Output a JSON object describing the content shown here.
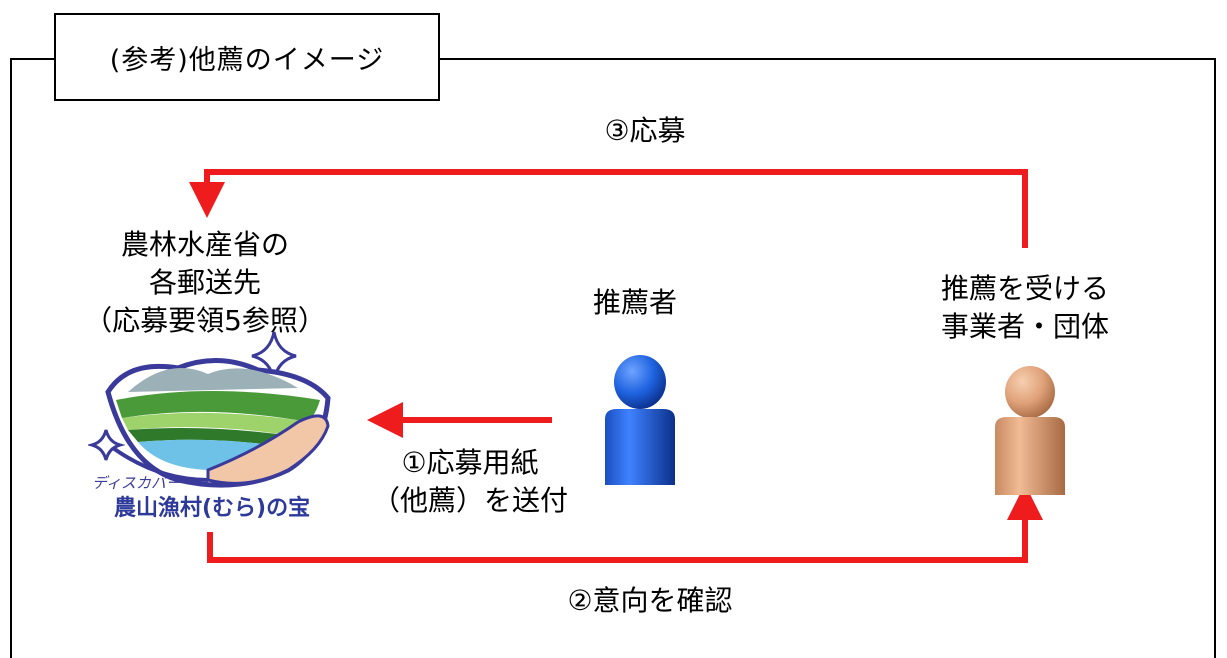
{
  "title": "(参考)他薦のイメージ",
  "nodes": {
    "ministry": [
      "農林水産省の",
      "各郵送先",
      "（応募要領5参照）"
    ],
    "recommender": "推薦者",
    "recipient": [
      "推薦を受ける",
      "事業者・団体"
    ]
  },
  "steps": {
    "step1": [
      "①応募用紙",
      "（他薦）を送付"
    ],
    "step2": "②意向を確認",
    "step3": "③応募"
  },
  "logo": {
    "small_text": "ディスカバー",
    "main_text": "農山漁村(むら)の宝"
  },
  "colors": {
    "arrow": "#ee1c1c",
    "recommender": "#1f63e0",
    "recipient": "#e0a27a"
  }
}
